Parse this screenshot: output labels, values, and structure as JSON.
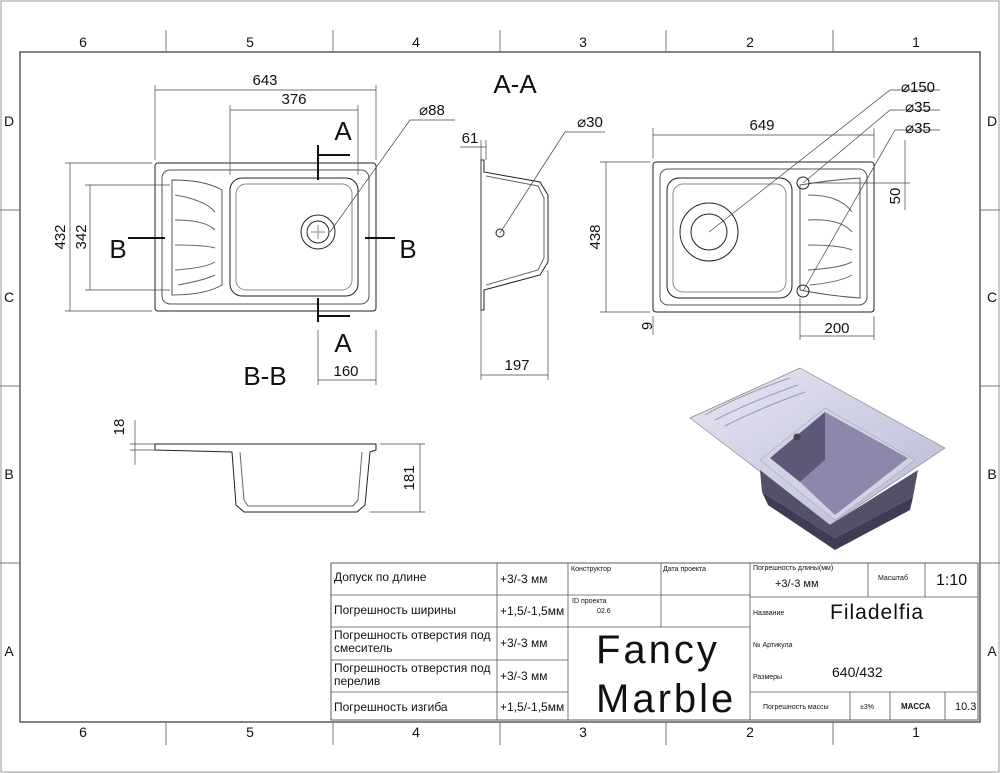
{
  "frame": {
    "columns": [
      "6",
      "5",
      "4",
      "3",
      "2",
      "1"
    ],
    "rows": [
      "D",
      "C",
      "B",
      "A"
    ]
  },
  "views": {
    "top_left": {
      "width": "643",
      "inner": "376",
      "drain": "⌀88",
      "height": "432",
      "inner_height": "342",
      "section_b": "B",
      "section_a": "A",
      "offset": "160"
    },
    "section_aa": {
      "title": "A-A",
      "depth": "61",
      "overflow": "⌀30",
      "length": "197"
    },
    "top_right": {
      "width": "649",
      "drain": "⌀150",
      "hole1": "⌀35",
      "hole2": "⌀35",
      "height": "438",
      "hole_offset": "50",
      "edge": "9",
      "drainer": "200"
    },
    "section_bb": {
      "title": "B-B",
      "rim": "18",
      "depth": "181"
    }
  },
  "title_block": {
    "tolerances": [
      {
        "label": "Допуск по длине",
        "value": "+3/-3 мм"
      },
      {
        "label": "Погрешность ширины",
        "value": "+1,5/-1,5мм"
      },
      {
        "label": "Погрешность отверстия под смеситель",
        "value": "+3/-3 мм"
      },
      {
        "label": "Погрешность отверстия под перелив",
        "value": "+3/-3 мм"
      },
      {
        "label": "Погрешность изгиба",
        "value": "+1,5/-1,5мм"
      }
    ],
    "designer_label": "Конструктор",
    "date_label": "Дата проекта",
    "project_id_label": "ID проекта",
    "project_id": "02.6",
    "brand_line1": "Fancy",
    "brand_line2": "Marble",
    "length_tol_label": "Погрешность длины(мм)",
    "length_tol": "+3/-3 мм",
    "scale_label": "Масштаб",
    "scale": "1:10",
    "name_label": "Название",
    "name": "Filadelfia",
    "article_label": "№ Артикула",
    "size_label": "Размеры",
    "size": "640/432",
    "mass_tol_label": "Погрешность массы",
    "mass_tol": "±3%",
    "mass_label": "МАССА",
    "mass": "10.3"
  }
}
